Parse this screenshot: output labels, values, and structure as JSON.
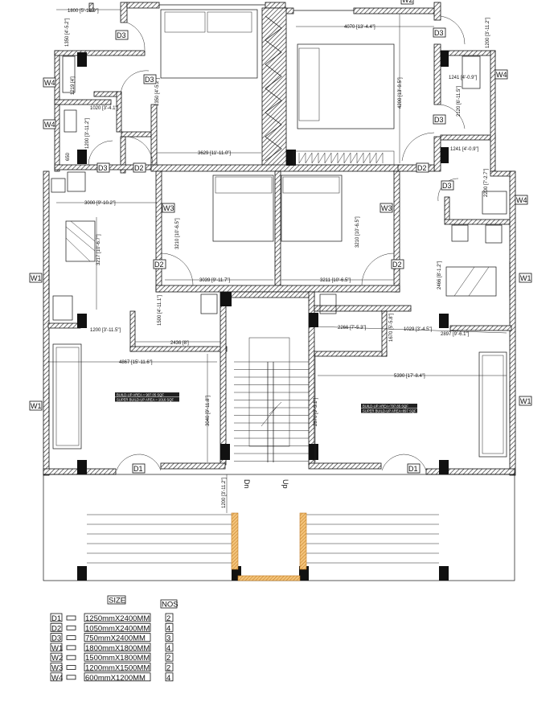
{
  "tags": {
    "d1": "D1",
    "d2": "D2",
    "d3": "D3",
    "w1": "W1",
    "w2": "W2",
    "w3": "W3",
    "w4": "W4"
  },
  "dimensions": {
    "top_left_width": "1800 [5'-10.9\"]",
    "top_left_height": "1350 [4'-5.2\"]",
    "wc1": "1219 [4']",
    "passage_width": "1020 [3'-4.1\"]",
    "passage_height": "1350 [4'-5.2\"]",
    "bath_left_height": "1200 [3'-11.2\"]",
    "basin_left": "650",
    "bed1_width": "3629 [11'-11.0\"]",
    "bed2_width": "4070 [13'-4.4\"]",
    "bed2_height": "4200 [13'-9.5\"]",
    "bath_right_width": "1241 [4'-0.9\"]",
    "bath_right_height": "2120 [6'-11.5\"]",
    "top_right_height": "1200 [3'-11.2\"]",
    "top_right_width": "1241 [4'-0.9\"]",
    "wash_right": "2200 [7'-2.7\"]",
    "dining_left_width": "3000 [9'-10.2\"]",
    "dining_left_height": "3217 [10'-6.7\"]",
    "bed3_height": "3210 [10'-6.5\"]",
    "bed3_width": "3039 [9'-11.7\"]",
    "bed4_width": "3211 [10'-6.5\"]",
    "bed4_height": "3210 [10'-6.5\"]",
    "lobby_left_height": "1500 [4'-11.1\"]",
    "lobby_left_width": "1200 [3'-11.5\"]",
    "lobby_left_len": "2436 [8']",
    "living_left_width": "4867 [15'-11.6\"]",
    "lobby_right_width": "2266 [7'-5.3\"]",
    "lobby_right_height": "1670 [5'-5.8\"]",
    "lobby_right_gap": "1029 [3'-4.5\"]",
    "dining_right_width": "2897 [9'-6.1\"]",
    "dining_right_height": "2466 [8'-1.2\"]",
    "living_right_width": "5390 [17'-8.4\"]",
    "living_left_height": "3040 [9'-11.8\"]",
    "living_right_height": "2870 [9'-5.1\"]",
    "porch_height": "1200 [3'-11.2\"]"
  },
  "areas": {
    "left_buildup": "BUILD-UP AREA = 907.05 SQF",
    "left_super": "SUPER BUILD-UP AREA = 1016 SQF",
    "right_buildup": "BUILD-UP AREA=797.85 SQF",
    "right_super": "SUPER BUILD-UP AREA=897 SQF"
  },
  "stairs": {
    "down": "Dn",
    "up": "Up"
  },
  "schedule": {
    "size_header": "SIZE",
    "nos_header": "NOS",
    "equals": "=",
    "rows": [
      {
        "code": "D1",
        "size": "1250mmX2400MM",
        "nos": "2"
      },
      {
        "code": "D2",
        "size": "1050mmX2400MM",
        "nos": "4"
      },
      {
        "code": "D3",
        "size": "750mmX2400MM",
        "nos": "3"
      },
      {
        "code": "W1",
        "size": "1800mmX1800MM",
        "nos": "4"
      },
      {
        "code": "W2",
        "size": "1500mmX1800MM",
        "nos": "2"
      },
      {
        "code": "W3",
        "size": "1200mmX1500MM",
        "nos": "2"
      },
      {
        "code": "W4",
        "size": "600mmX1200MM",
        "nos": "4"
      }
    ]
  },
  "colors": {
    "wall": "#111111",
    "column_accent": "#e0a040"
  }
}
